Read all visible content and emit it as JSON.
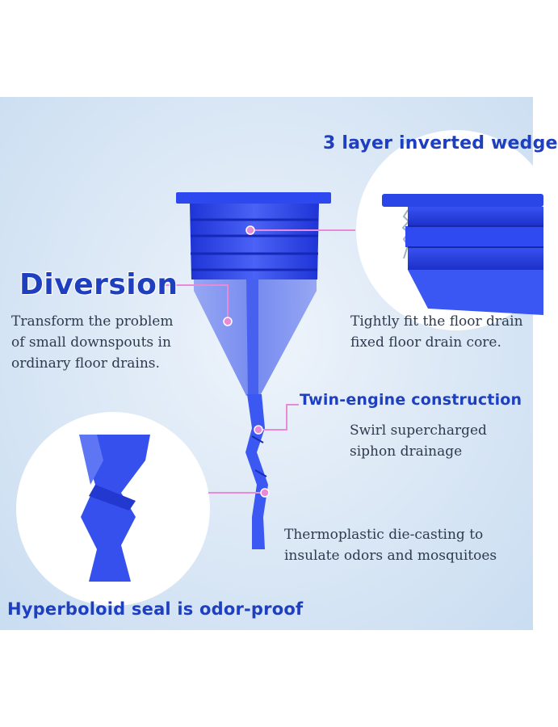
{
  "colors": {
    "accent": "#1e3fc0",
    "product_blue": "#2b46e6",
    "leader_pink": "#e98ad8",
    "caption_text": "#2e3a4d",
    "background": "#dde9f6"
  },
  "labels": {
    "wedge_title": "3 layer inverted wedge",
    "wedge_caption": [
      "Tightly fit the floor drain",
      "fixed floor drain core."
    ],
    "diversion_title": "Diversion",
    "diversion_caption": [
      "Transform the problem",
      "of small downspouts in",
      "ordinary floor drains."
    ],
    "twin_title": "Twin-engine construction",
    "twin_caption": [
      "Swirl supercharged",
      "siphon drainage"
    ],
    "thermo_caption": [
      "Thermoplastic die-casting to",
      "insulate odors and mosquitoes"
    ],
    "hyperboloid_title": "Hyperboloid seal is odor-proof"
  },
  "icons": [
    "drain-core-product",
    "wedge-closeup-circle",
    "seal-closeup-circle",
    "callout-dot"
  ]
}
